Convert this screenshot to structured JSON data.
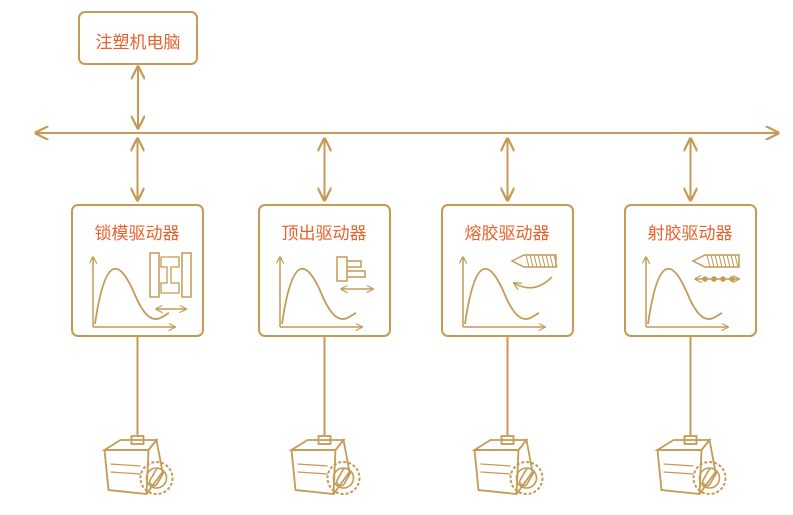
{
  "colors": {
    "line": "#c49a55",
    "text": "#e8622d",
    "background": "#ffffff"
  },
  "computer": {
    "label": "注塑机电脑"
  },
  "drivers": [
    {
      "label": "锁模驱动器",
      "mechanism_icon": "clamping-mold-icon"
    },
    {
      "label": "顶出驱动器",
      "mechanism_icon": "ejector-icon"
    },
    {
      "label": "熔胶驱动器",
      "mechanism_icon": "rotating-screw-icon"
    },
    {
      "label": "射胶驱动器",
      "mechanism_icon": "injection-screw-icon"
    }
  ],
  "icons": {
    "bus": "bidirectional-bus-arrow",
    "link": "bidirectional-arrow-icon",
    "curve": "response-curve-icon",
    "motor": "servo-motor-icon"
  }
}
